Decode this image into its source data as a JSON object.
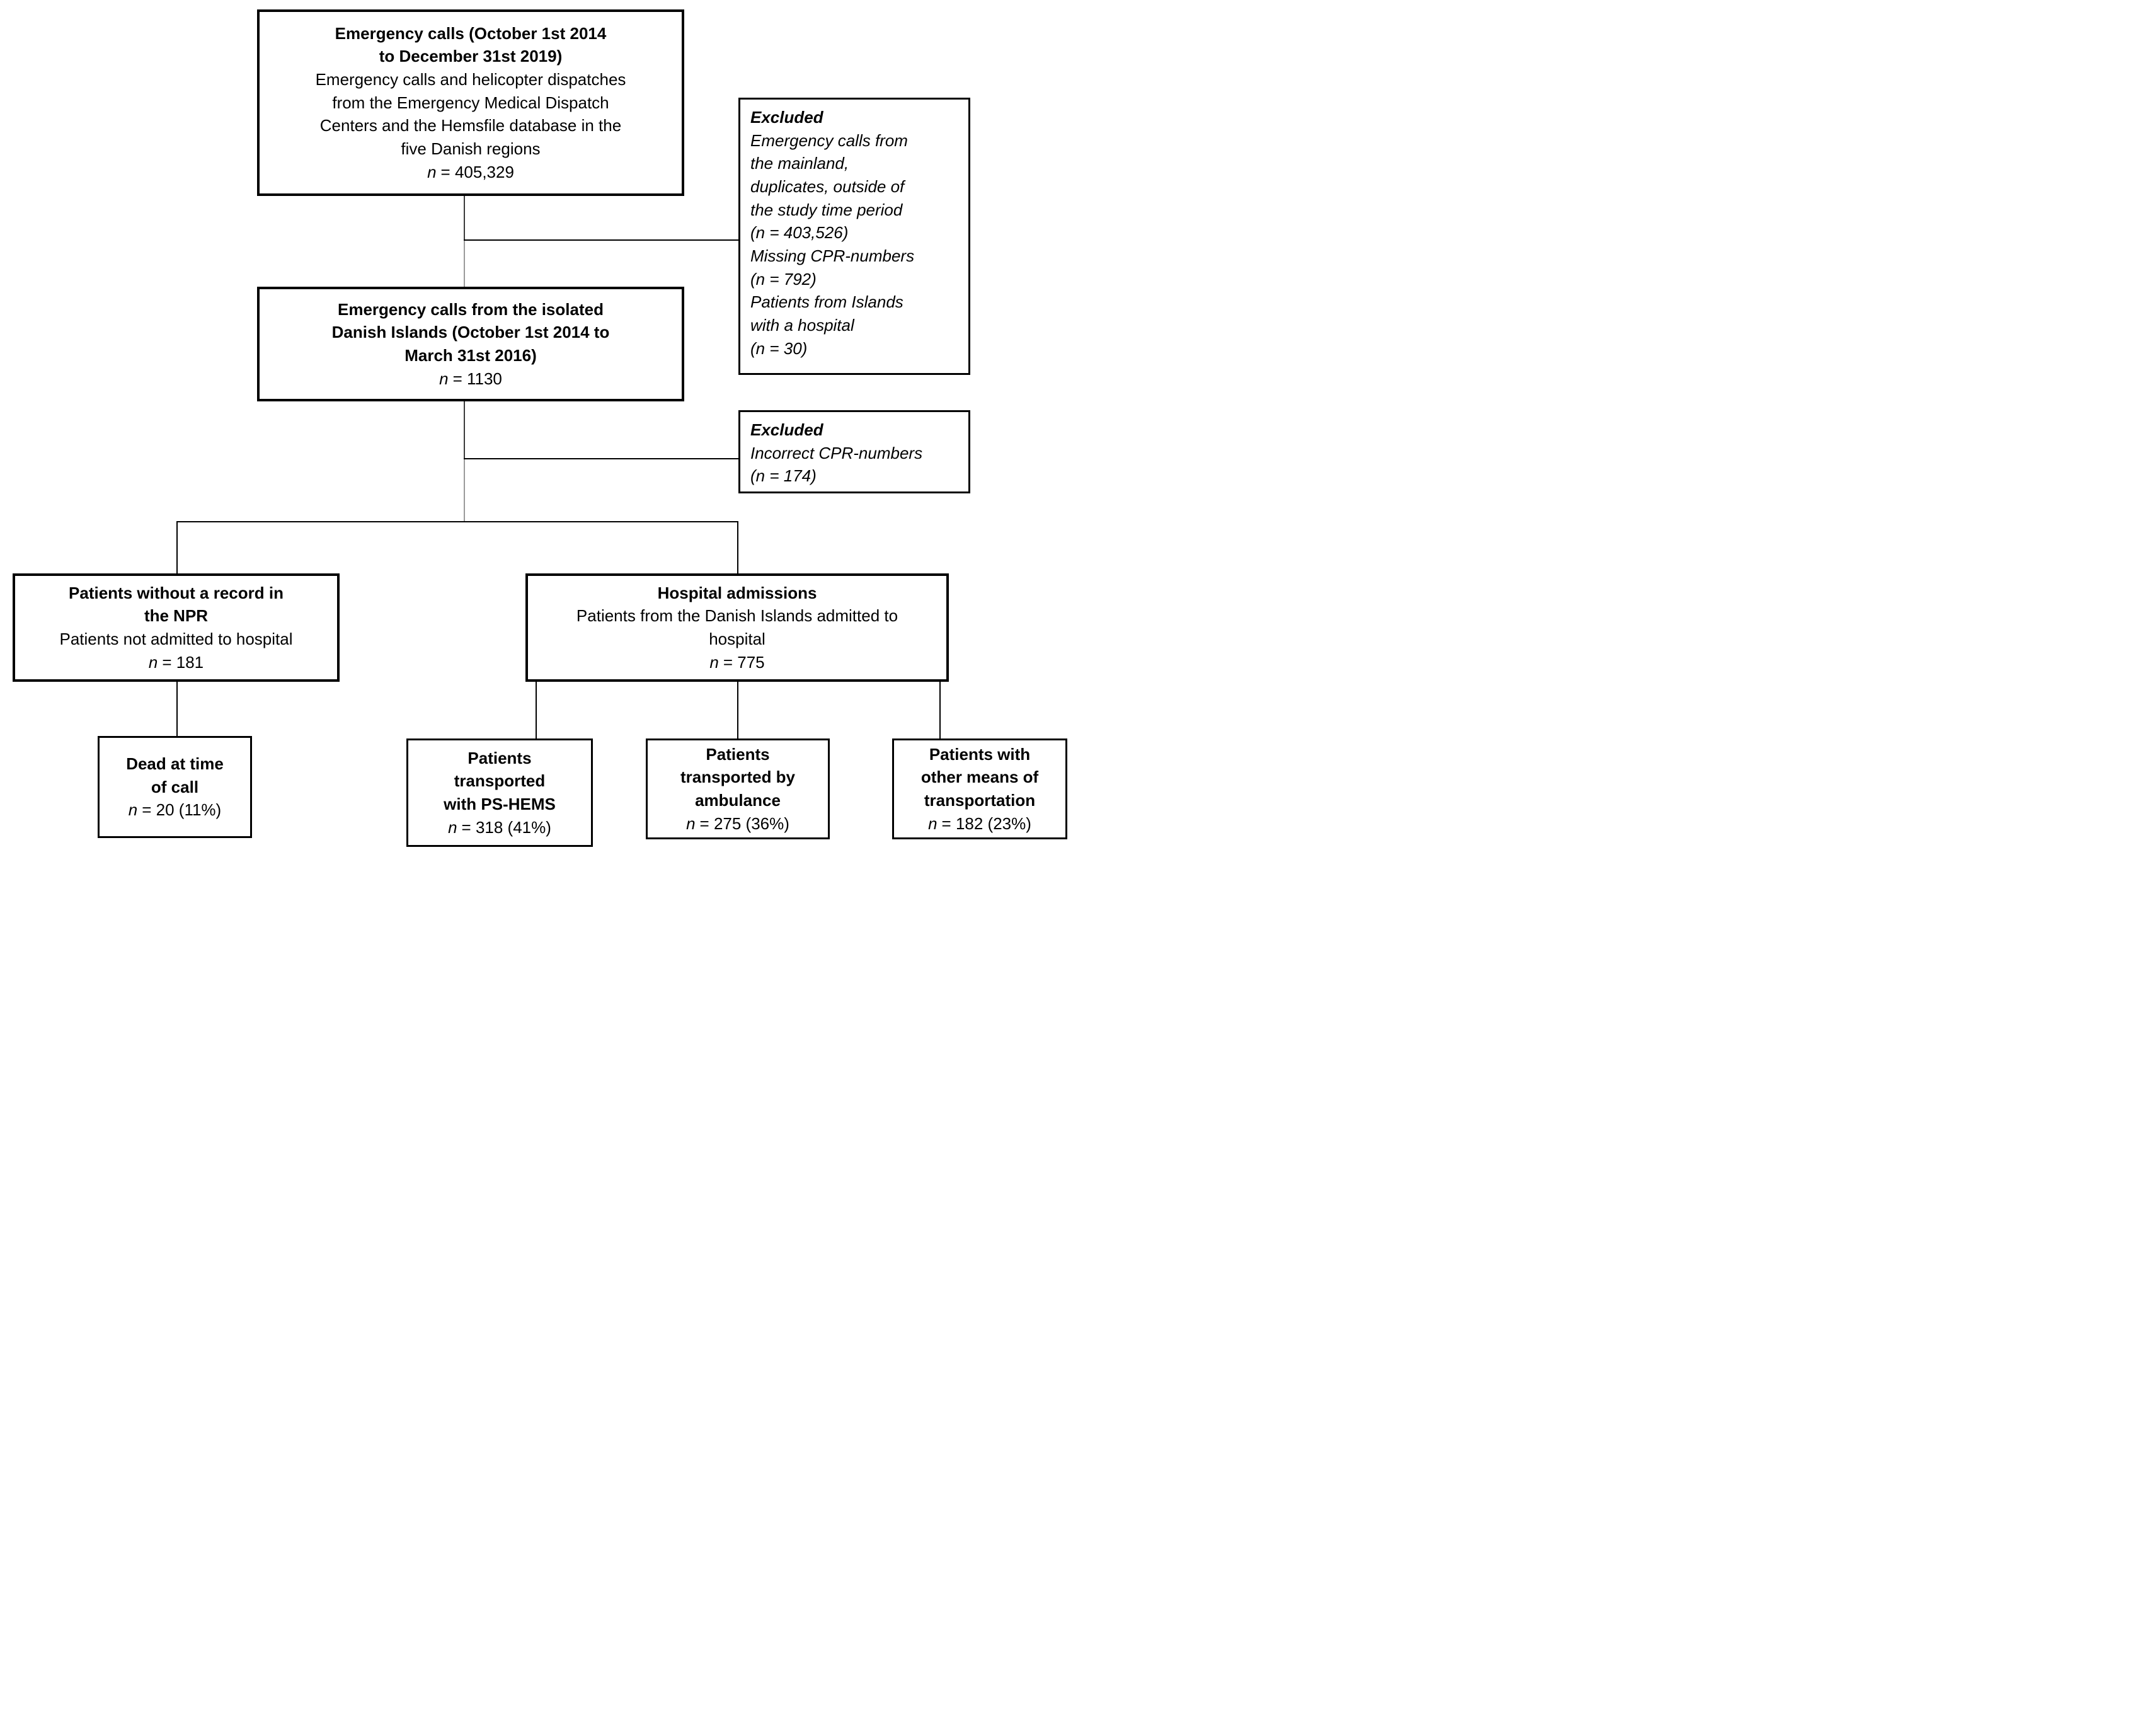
{
  "figure": {
    "background": "#ffffff",
    "text_color": "#000000",
    "border_color": "#000000",
    "connector_color": "#000000",
    "connector_gray": "#9a9a9a",
    "boxes": {
      "top": {
        "title": "Emergency calls (October 1st 2014\nto December 31st 2019)",
        "body": "Emergency calls and helicopter dispatches\nfrom the Emergency Medical Dispatch\nCenters and the Hemsfile database in the\nfive Danish regions",
        "n_label": "n",
        "n_value": "= 405,329"
      },
      "excluded1": {
        "title": "Excluded",
        "body": "Emergency calls from\nthe mainland,\nduplicates, outside of\nthe study time period\n(n = 403,526)\nMissing CPR-numbers\n(n = 792)\nPatients from Islands\nwith a hospital\n(n = 30)"
      },
      "middle": {
        "title": "Emergency calls from the isolated\nDanish Islands (October 1st 2014 to\nMarch 31st 2016)",
        "n_label": "n",
        "n_value": "= 1130"
      },
      "excluded2": {
        "title": "Excluded",
        "body": "Incorrect CPR-numbers\n(n = 174)"
      },
      "npr": {
        "title": "Patients without a record in\nthe NPR",
        "body": "Patients not admitted to hospital",
        "n_label": "n",
        "n_value": "= 181"
      },
      "hospital": {
        "title": "Hospital admissions",
        "body": "Patients from the Danish Islands admitted to\nhospital",
        "n_label": "n",
        "n_value": "= 775"
      },
      "dead": {
        "title": "Dead at time\nof call",
        "n_label": "n",
        "n_value": "= 20 (11%)"
      },
      "pshems": {
        "title": "Patients\ntransported\nwith PS-HEMS",
        "n_label": "n",
        "n_value": "= 318 (41%)"
      },
      "ambulance": {
        "title": "Patients\ntransported by\nambulance",
        "n_label": "n",
        "n_value": "= 275 (36%)"
      },
      "other": {
        "title": "Patients with\nother means of\ntransportation",
        "n_label": "n",
        "n_value": "= 182 (23%)"
      }
    }
  }
}
